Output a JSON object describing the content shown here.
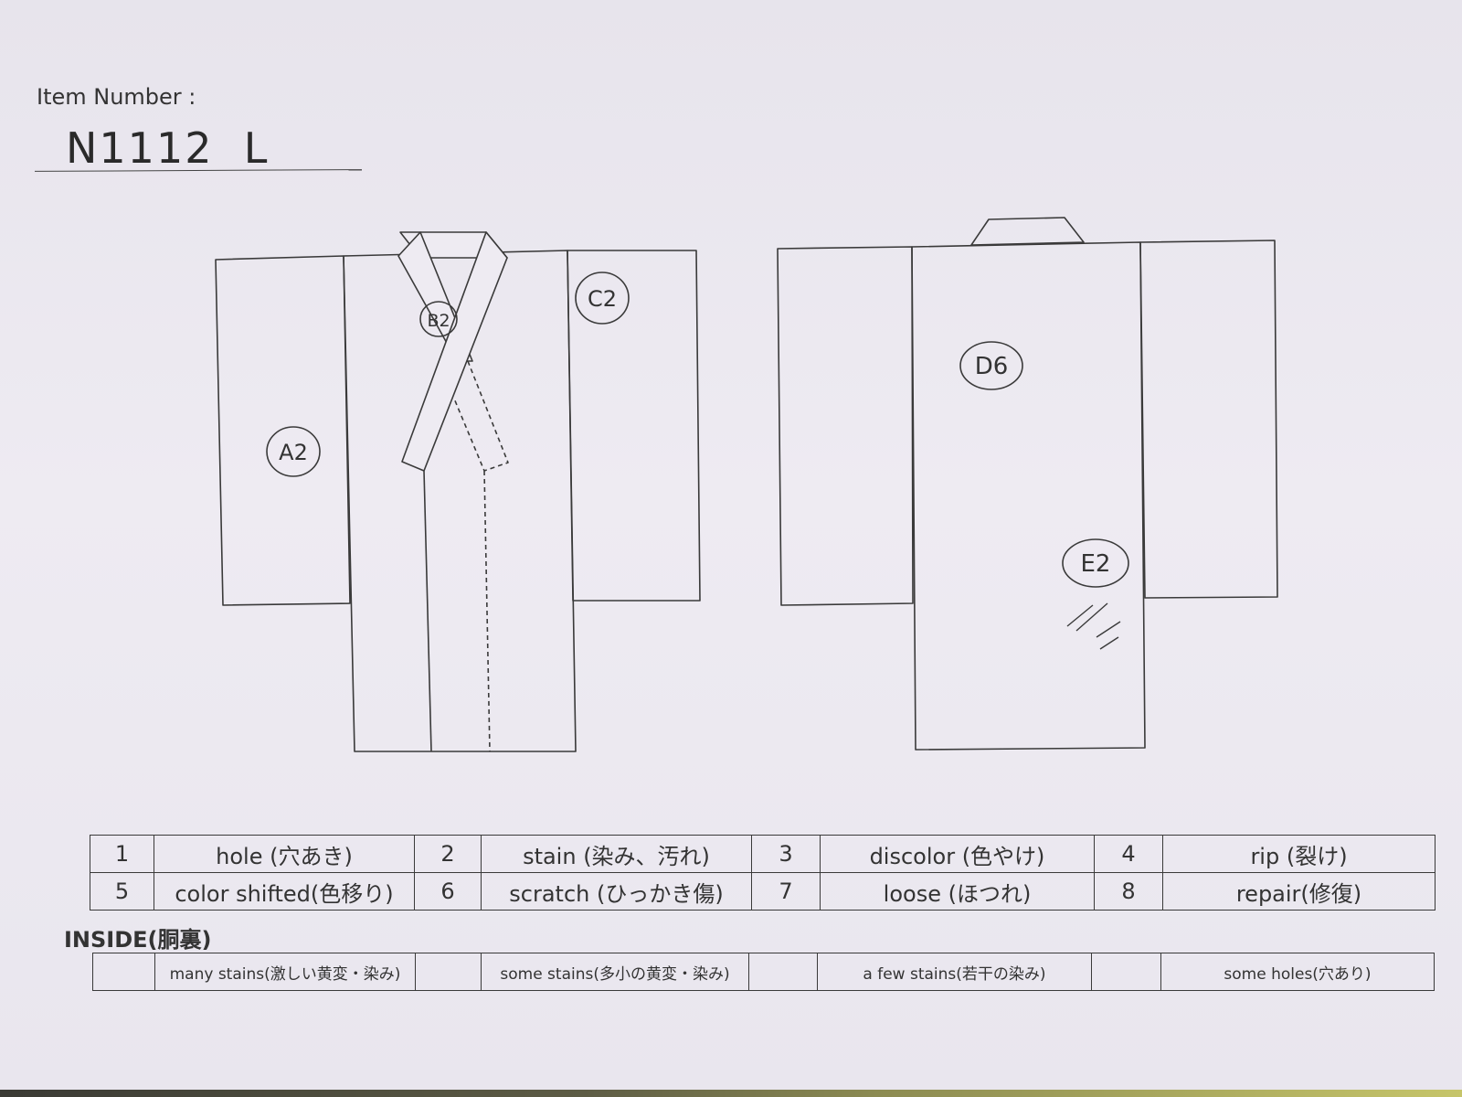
{
  "item": {
    "label": "Item Number :",
    "value": "N1112  L"
  },
  "marks": {
    "a": "A2",
    "b": "B2",
    "c": "C2",
    "d": "D6",
    "e": "E2"
  },
  "codes": [
    {
      "num": "1",
      "label": "hole (穴あき)"
    },
    {
      "num": "2",
      "label": "stain (染み、汚れ)"
    },
    {
      "num": "3",
      "label": "discolor (色やけ)"
    },
    {
      "num": "4",
      "label": "rip (裂け)"
    },
    {
      "num": "5",
      "label": "color shifted(色移り)"
    },
    {
      "num": "6",
      "label": "scratch (ひっかき傷)"
    },
    {
      "num": "7",
      "label": "loose (ほつれ)"
    },
    {
      "num": "8",
      "label": "repair(修復)"
    }
  ],
  "inside": {
    "title": "INSIDE(胴裏)",
    "items": [
      {
        "check": "",
        "label": "many stains(激しい黄変・染み)"
      },
      {
        "check": "",
        "label": "some stains(多小の黄変・染み)"
      },
      {
        "check": "",
        "label": "a few stains(若干の染み)"
      },
      {
        "check": "",
        "label": "some holes(穴あり)"
      }
    ]
  },
  "colors": {
    "paper": "#eceaf0",
    "ink": "#333333"
  }
}
